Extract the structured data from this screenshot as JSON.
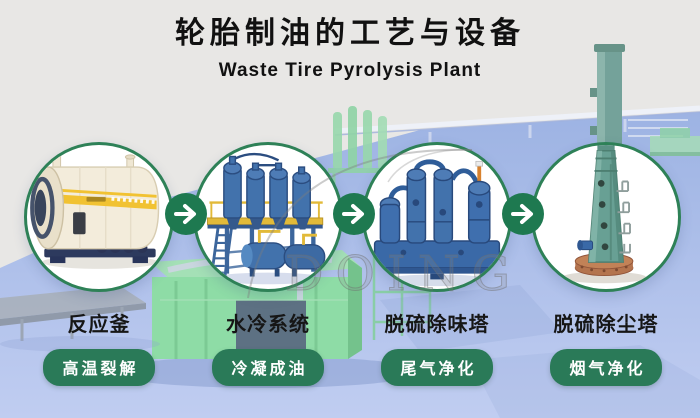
{
  "header": {
    "title": "轮胎制油的工艺与设备",
    "subtitle": "Waste Tire Pyrolysis Plant"
  },
  "process": {
    "stages": [
      {
        "name": "反应釜",
        "badge": "高温裂解",
        "image": "pyrolysis-reactor"
      },
      {
        "name": "水冷系统",
        "badge": "冷凝成油",
        "image": "water-cooling-system"
      },
      {
        "name": "脱硫除味塔",
        "badge": "尾气净化",
        "image": "desulfurization-deodorization-tower"
      },
      {
        "name": "脱硫除尘塔",
        "badge": "烟气净化",
        "image": "desulfurization-dedusting-tower"
      }
    ],
    "arrow_icon": "right-arrow-icon"
  },
  "watermark": {
    "text": "DOING"
  },
  "colors": {
    "background_gray": "#E8E7E5",
    "floor_blue": "#A6BAE8",
    "circle_border_green": "#2E8157",
    "badge_green": "#2A7A58",
    "arrow_green": "#1E7950",
    "title_black": "#111111",
    "badge_text_white": "#FFFFFF",
    "reactor_yellow": "#F1C232"
  }
}
